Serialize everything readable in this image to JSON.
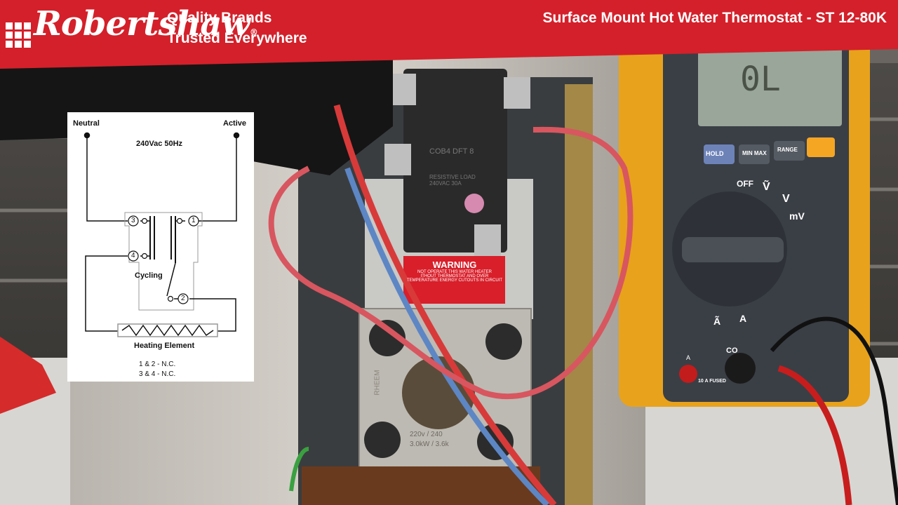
{
  "banner": {
    "brand": "Robertshaw",
    "registered_mark": "®",
    "tagline_line1": "Quality Brands",
    "tagline_line2": "Trusted Everywhere",
    "title": "Surface Mount Hot Water Thermostat - ST 12-80K",
    "color": "#d4202a"
  },
  "diagram": {
    "neutral_label": "Neutral",
    "active_label": "Active",
    "supply_label": "240Vac 50Hz",
    "terminal_3": "3",
    "terminal_1": "1",
    "terminal_4": "4",
    "terminal_2": "2",
    "cycling_label": "Cycling",
    "element_label": "Heating Element",
    "note1": "1 & 2 - N.C.",
    "note2": "3 & 4 - N.C."
  },
  "thermostat": {
    "warning_title": "WARNING",
    "warning_line1": "NOT OPERATE THIS WATER HEATER",
    "warning_line2": "ITHOUT THERMOSTAT AND OVER",
    "warning_line3": "TEMPERATURE ENERGY CUTOUTS IN CIRCUIT",
    "model_text": "COB4 DFT 8",
    "rating_text": "RESISTIVE LOAD 240VAC 30A",
    "element_rating": "220v / 240",
    "element_power": "3.0kW / 3.6k",
    "brand_stamp": "RHEEM"
  },
  "multimeter": {
    "display": "0L",
    "hold_label": "HOLD",
    "minmax_label": "MIN MAX",
    "range_label": "RANGE",
    "off_label": "OFF",
    "v_ac_label": "Ṽ",
    "v_dc_label": "V",
    "mv_label": "mV",
    "a_ac_label": "Ã",
    "a_dc_label": "A",
    "port_a_label": "A",
    "port_10a_label": "10 A FUSED",
    "port_com_label": "CO",
    "body_color": "#e8a21c",
    "accent_color": "#f5a623"
  }
}
